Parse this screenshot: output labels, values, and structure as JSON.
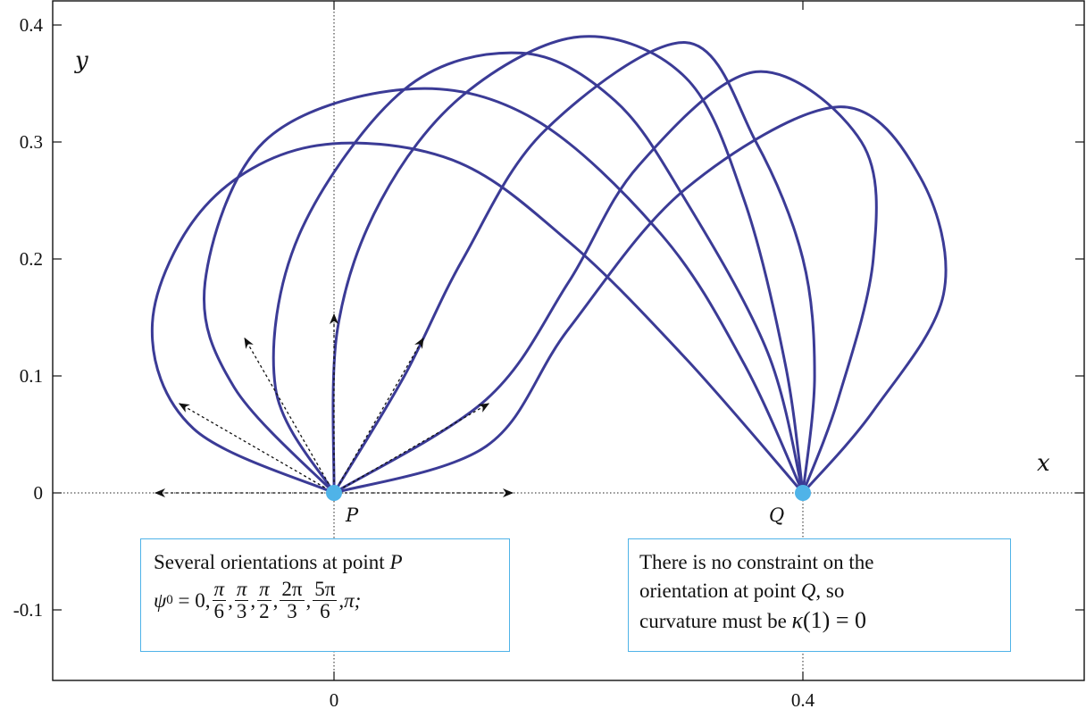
{
  "chart_data": {
    "type": "line",
    "title": "",
    "xlabel": "x",
    "ylabel": "y",
    "xlim": [
      -0.238,
      0.64
    ],
    "ylim": [
      -0.16,
      0.42
    ],
    "x_ticks": [
      "0",
      "0.4"
    ],
    "y_ticks": [
      "0.4",
      "0.3",
      "0.2",
      "0.1",
      "0",
      "-0.1"
    ],
    "grid": false,
    "series_color": "#3b3b96",
    "point_color": "#4fb3e8",
    "points": [
      {
        "label": "P",
        "x": 0.0,
        "y": 0.0
      },
      {
        "label": "Q",
        "x": 0.4,
        "y": 0.0
      }
    ],
    "series": [
      {
        "initial_angle_deg": 180,
        "x": [
          0.0,
          -0.12,
          -0.155,
          -0.11,
          -0.02,
          0.1,
          0.2,
          0.3,
          0.4
        ],
        "y": [
          0.0,
          0.055,
          0.145,
          0.245,
          0.296,
          0.285,
          0.215,
          0.115,
          0.0
        ]
      },
      {
        "initial_angle_deg": 150,
        "x": [
          0.0,
          -0.085,
          -0.11,
          -0.06,
          0.06,
          0.17,
          0.28,
          0.35,
          0.4
        ],
        "y": [
          0.0,
          0.09,
          0.18,
          0.3,
          0.345,
          0.32,
          0.22,
          0.11,
          0.0
        ]
      },
      {
        "initial_angle_deg": 120,
        "x": [
          0.0,
          -0.05,
          -0.03,
          0.06,
          0.16,
          0.24,
          0.3,
          0.37,
          0.4
        ],
        "y": [
          0.0,
          0.09,
          0.22,
          0.345,
          0.376,
          0.335,
          0.25,
          0.12,
          0.0
        ]
      },
      {
        "initial_angle_deg": 90,
        "x": [
          0.0,
          0.003,
          0.04,
          0.11,
          0.21,
          0.3,
          0.35,
          0.385,
          0.4
        ],
        "y": [
          0.0,
          0.14,
          0.25,
          0.34,
          0.39,
          0.355,
          0.25,
          0.11,
          0.0
        ]
      },
      {
        "initial_angle_deg": 60,
        "x": [
          0.0,
          0.06,
          0.11,
          0.18,
          0.3,
          0.36,
          0.4,
          0.41,
          0.4
        ],
        "y": [
          0.0,
          0.1,
          0.2,
          0.31,
          0.385,
          0.3,
          0.2,
          0.1,
          0.0
        ]
      },
      {
        "initial_angle_deg": 30,
        "x": [
          0.0,
          0.13,
          0.2,
          0.26,
          0.36,
          0.45,
          0.46,
          0.43,
          0.4
        ],
        "y": [
          0.0,
          0.08,
          0.18,
          0.28,
          0.36,
          0.3,
          0.2,
          0.08,
          0.0
        ]
      },
      {
        "initial_angle_deg": 0,
        "x": [
          0.0,
          0.13,
          0.2,
          0.3,
          0.43,
          0.5,
          0.52,
          0.46,
          0.4
        ],
        "y": [
          0.0,
          0.04,
          0.14,
          0.26,
          0.33,
          0.27,
          0.17,
          0.07,
          0.0
        ]
      }
    ],
    "orientation_arrows_deg": [
      0,
      30,
      60,
      90,
      120,
      150,
      180
    ]
  },
  "labels": {
    "x_axis": "x",
    "y_axis": "y",
    "point_p": "P",
    "point_q": "Q"
  },
  "note_left": {
    "line1": "Several orientations at point ",
    "line1_var": "P",
    "psi": "ψ",
    "psi_sub": "0",
    "equals": " = 0,",
    "fractions": [
      {
        "num": "π",
        "den": "6"
      },
      {
        "num": "π",
        "den": "3"
      },
      {
        "num": "π",
        "den": "2"
      },
      {
        "num": "2π",
        "den": "3"
      },
      {
        "num": "5π",
        "den": "6"
      }
    ],
    "tail": "π;"
  },
  "note_right": {
    "line1": "There is no constraint on the",
    "line2_pre": "orientation at point ",
    "line2_var": "Q",
    "line2_post": ", so",
    "line3_pre": "curvature must be ",
    "line3_kappa": "κ",
    "line3_post": "(1) = 0"
  }
}
